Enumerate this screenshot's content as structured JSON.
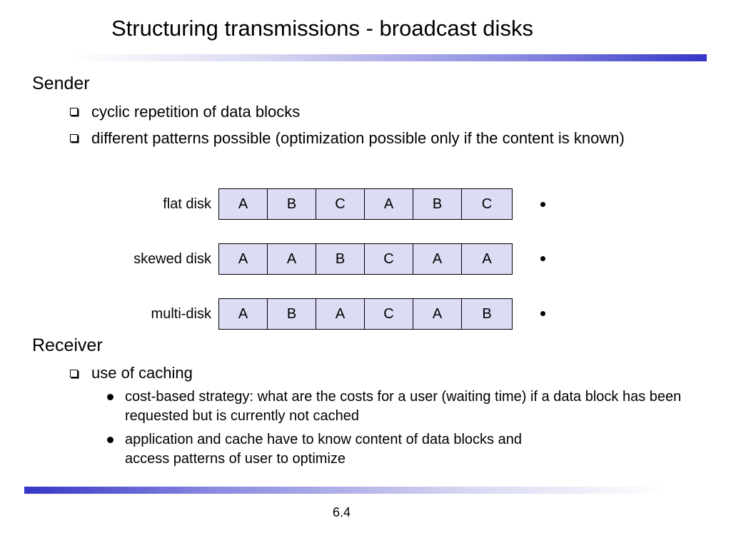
{
  "slide": {
    "title": "Structuring transmissions - broadcast disks",
    "page_number": "6.4"
  },
  "sender": {
    "heading": "Sender",
    "items": [
      "cyclic repetition of data blocks",
      "different patterns possible (optimization possible only if the content is known)"
    ]
  },
  "disks": [
    {
      "label": "flat disk",
      "blocks": [
        "A",
        "B",
        "C",
        "A",
        "B",
        "C"
      ]
    },
    {
      "label": "skewed disk",
      "blocks": [
        "A",
        "A",
        "B",
        "C",
        "A",
        "A"
      ]
    },
    {
      "label": "multi-disk",
      "blocks": [
        "A",
        "B",
        "A",
        "C",
        "A",
        "B"
      ]
    }
  ],
  "receiver": {
    "heading": "Receiver",
    "items": [
      "use of caching"
    ],
    "subitems": [
      "cost-based strategy: what are the costs for a user (waiting time) if a data block has been requested but is currently not cached",
      "application and cache have to know content of data blocks and access patterns of user to optimize"
    ]
  },
  "colors": {
    "accent_bar": "#3636c8",
    "block_fill": "#dcdcf4"
  }
}
